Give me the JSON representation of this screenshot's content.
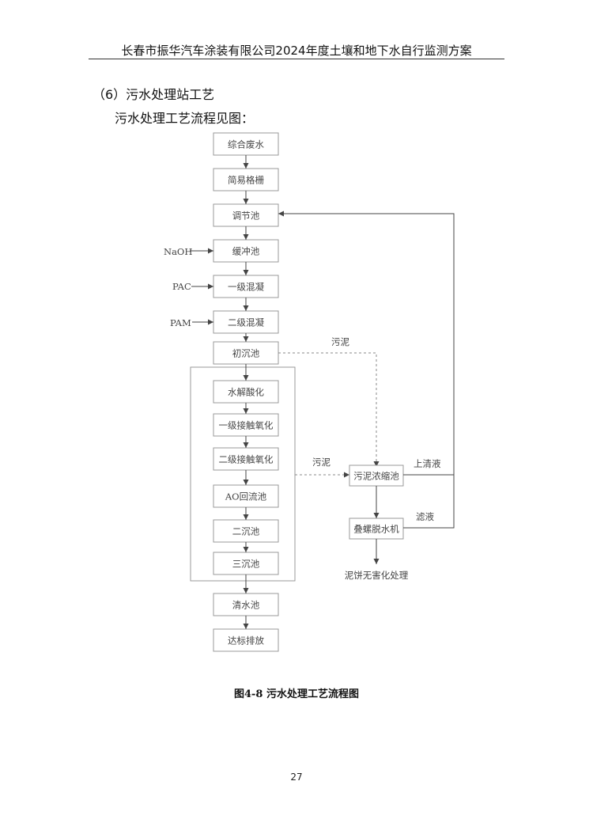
{
  "header": "长春市振华汽车涂装有限公司2024年度土壤和地下水自行监测方案",
  "section_title": "（6）污水处理站工艺",
  "intro": "污水处理工艺流程见图：",
  "flow": {
    "main_steps": [
      "综合废水",
      "简易格栅",
      "调节池",
      "缓冲池",
      "一级混凝",
      "二级混凝",
      "初沉池"
    ],
    "inner_steps": [
      "水解酸化",
      "一级接触氧化",
      "二级接触氧化",
      "AO回流池",
      "二沉池",
      "三沉池"
    ],
    "final_steps": [
      "清水池",
      "达标排放"
    ],
    "chemicals": [
      "NaOH",
      "PAC",
      "PAM"
    ],
    "sludge_tank": "污泥浓缩池",
    "dewater": "叠螺脱水机",
    "cake": "泥饼无害化处理",
    "sludge_label_1": "污泥",
    "sludge_label_2": "污泥",
    "supernatant": "上清液",
    "filtrate": "滤液"
  },
  "caption": "图4-8  污水处理工艺流程图",
  "page_number": "27"
}
